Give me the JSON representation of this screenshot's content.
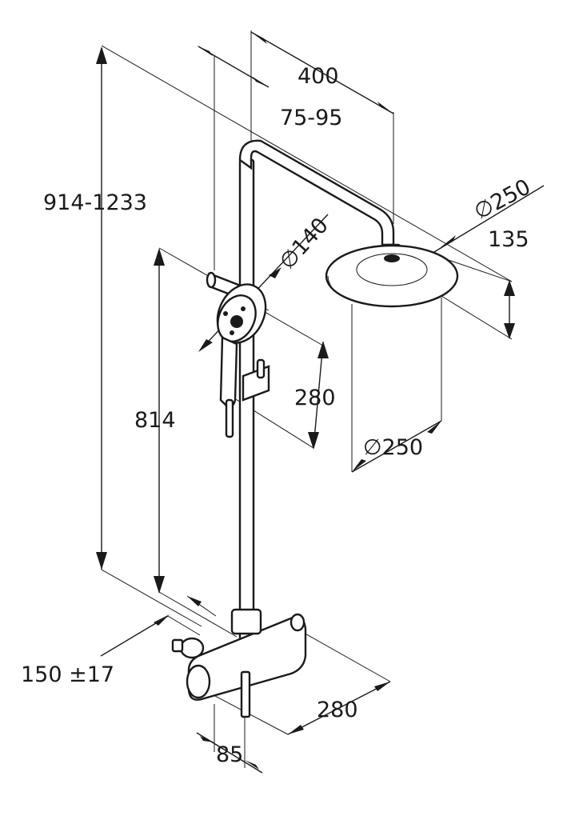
{
  "dimensions": {
    "arm_length": "400",
    "rail_offset": "75-95",
    "total_height": "914-1233",
    "rain_shower_diameter_top": "∅250",
    "rain_shower_height": "135",
    "hand_shower_diameter": "∅140",
    "hand_shower_holder_span": "280",
    "rail_height": "814",
    "rain_shower_diameter_bottom": "∅250",
    "inlet_spacing": "150 ±17",
    "mixer_width": "280",
    "wall_offset": "85"
  }
}
